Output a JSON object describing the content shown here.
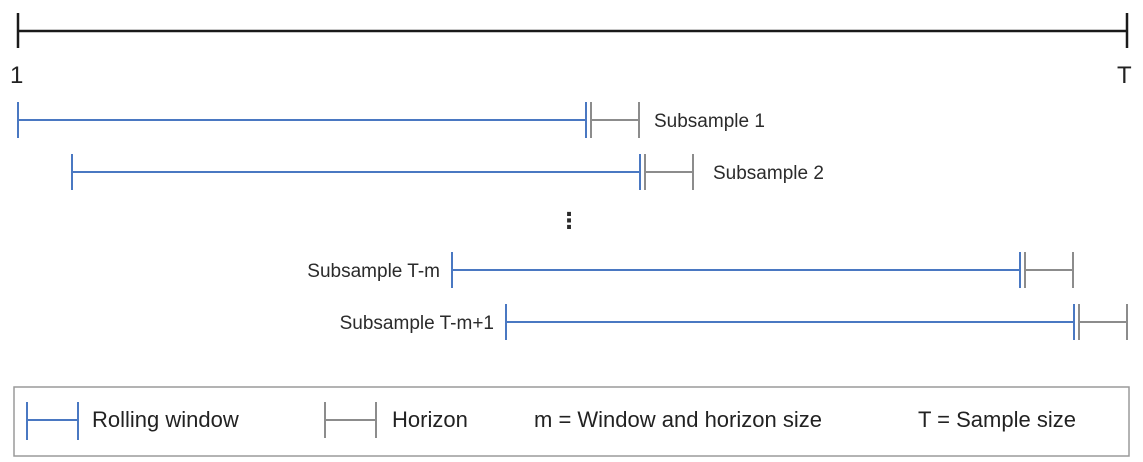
{
  "diagram": {
    "timeline": {
      "start_label": "1",
      "end_label": "T"
    },
    "subsamples": [
      {
        "label": "Subsample 1",
        "label_side": "right",
        "window_start": 0
      },
      {
        "label": "Subsample 2",
        "label_side": "right",
        "window_start": 1
      },
      {
        "label": "Subsample T-m",
        "label_side": "left",
        "window_start": "T-m"
      },
      {
        "label": "Subsample T-m+1",
        "label_side": "left",
        "window_start": "T-m+1"
      }
    ],
    "ellipsis": "⋮",
    "legend": {
      "rolling_window": "Rolling window",
      "horizon": "Horizon",
      "m_def": "m = Window and horizon size",
      "T_def": "T = Sample size"
    },
    "colors": {
      "timeline": "#1a1a1a",
      "window": "#4a78c2",
      "horizon": "#8c8c8c",
      "border": "#9a9a9a"
    }
  }
}
